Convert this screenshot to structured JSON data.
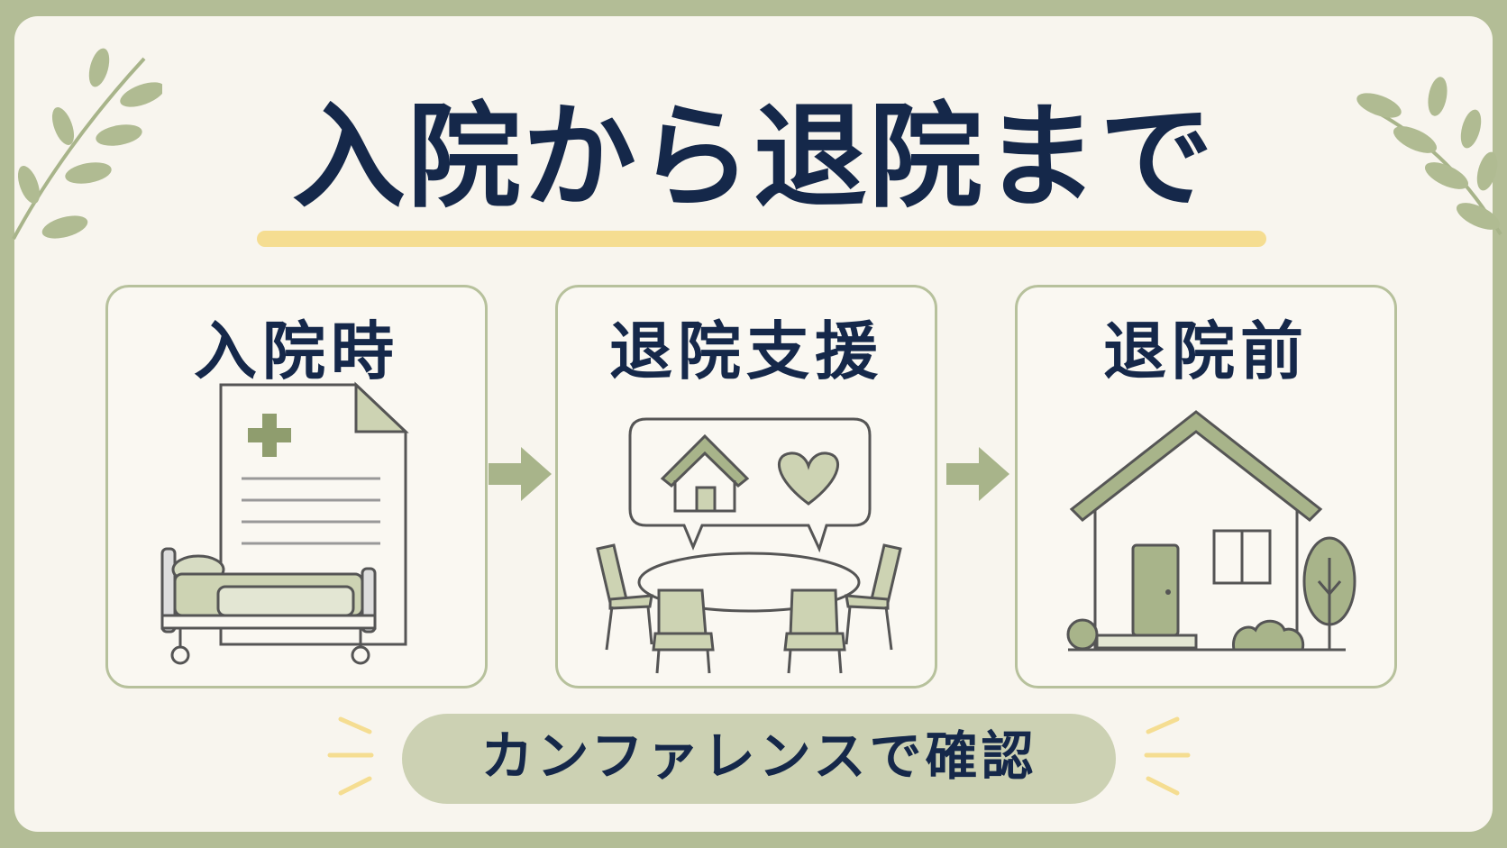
{
  "title": "入院から退院まで",
  "steps": [
    {
      "label": "入院時",
      "icon": "hospital-bed-document-icon"
    },
    {
      "label": "退院支援",
      "icon": "meeting-table-home-care-icon"
    },
    {
      "label": "退院前",
      "icon": "house-with-tree-icon"
    }
  ],
  "conference": {
    "label": "カンファレンスで確認"
  },
  "colors": {
    "frame": "#b3bd96",
    "background": "#f8f5ee",
    "text": "#15284a",
    "accent_green": "#a8b48a",
    "highlight_yellow": "#f5dd91"
  }
}
